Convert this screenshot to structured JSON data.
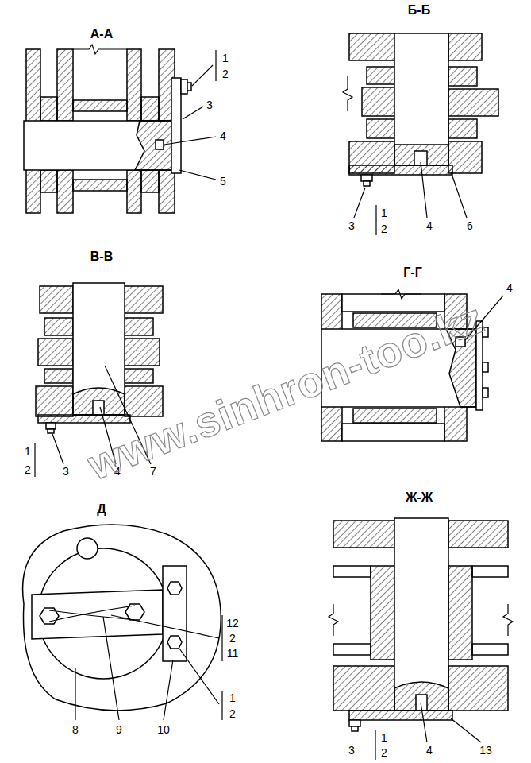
{
  "diagram": {
    "labels": [
      "А-А",
      "1",
      "2",
      "3",
      "4",
      "5",
      "Б-Б",
      "3",
      "1",
      "2",
      "4",
      "6",
      "В-В",
      "1",
      "2",
      "3",
      "4",
      "7",
      "Г-Г",
      "4",
      "Д",
      "12",
      "2",
      "11",
      "1",
      "2",
      "8",
      "9",
      "10",
      "Ж-Ж",
      "3",
      "1",
      "2",
      "4",
      "13",
      "www.sinhron-too.kz"
    ]
  }
}
